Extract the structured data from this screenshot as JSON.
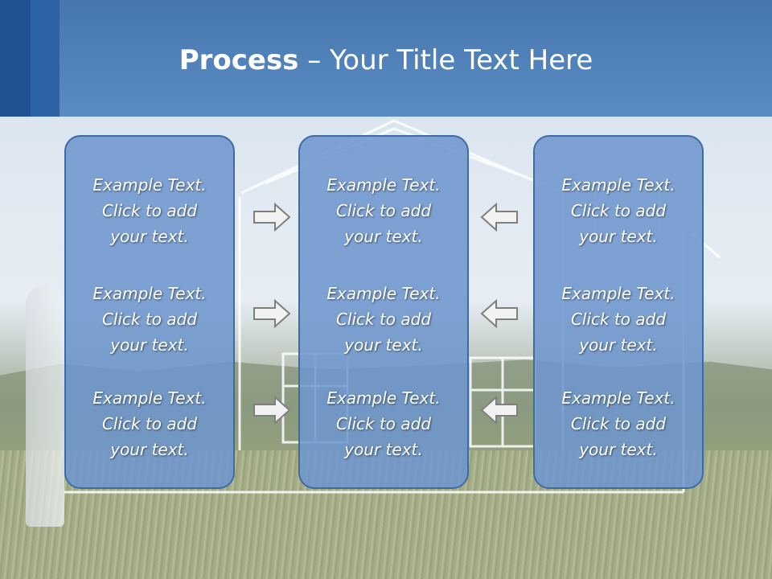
{
  "title": {
    "bold": "Process",
    "rest": " – Your Title Text Here"
  },
  "boxes": [
    {
      "items": [
        {
          "l1": "Example Text.",
          "l2": "Click  to add",
          "l3": "your text."
        },
        {
          "l1": "Example Text.",
          "l2": "Click  to add",
          "l3": "your text."
        },
        {
          "l1": "Example Text.",
          "l2": "Click  to add",
          "l3": "your text."
        }
      ]
    },
    {
      "items": [
        {
          "l1": "Example Text.",
          "l2": "Click  to add",
          "l3": "your text."
        },
        {
          "l1": "Example Text.",
          "l2": "Click  to add",
          "l3": "your text."
        },
        {
          "l1": "Example Text.",
          "l2": "Click  to add",
          "l3": "your text."
        }
      ]
    },
    {
      "items": [
        {
          "l1": "Example Text.",
          "l2": "Click  to add",
          "l3": "your text."
        },
        {
          "l1": "Example Text.",
          "l2": "Click  to add",
          "l3": "your text."
        },
        {
          "l1": "Example Text.",
          "l2": "Click  to add",
          "l3": "your text."
        }
      ]
    }
  ],
  "arrows": {
    "left_column": "arrow-right-icon",
    "right_column": "arrow-left-icon"
  },
  "colors": {
    "header": "#5a8cc3",
    "box_fill": "#6e96cd",
    "box_border": "#3f6ba4",
    "arrow_fill": "#f2f2f2",
    "arrow_stroke": "#7f7f7f"
  }
}
